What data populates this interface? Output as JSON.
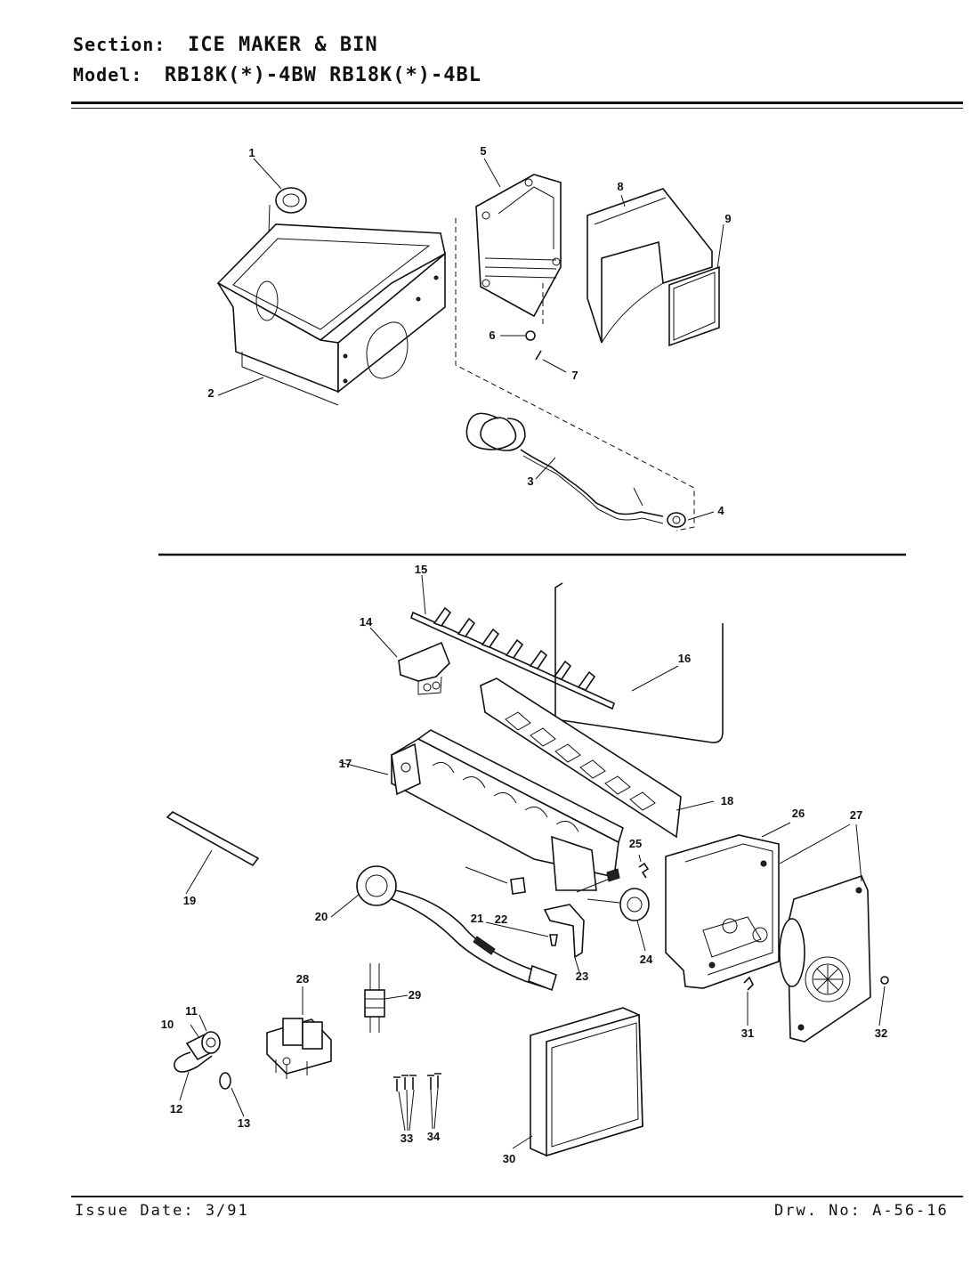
{
  "header": {
    "section_label": "Section:",
    "section_value": "ICE MAKER & BIN",
    "model_label": "Model:",
    "model_value": "RB18K(*)-4BW  RB18K(*)-4BL"
  },
  "footer": {
    "issue_date": "Issue Date: 3/91",
    "drawing_number": "Drw. No: A-56-16"
  },
  "callouts": [
    "1",
    "2",
    "3",
    "4",
    "5",
    "6",
    "7",
    "8",
    "9",
    "10",
    "11",
    "12",
    "13",
    "14",
    "15",
    "16",
    "17",
    "18",
    "19",
    "20",
    "21",
    "22",
    "23",
    "24",
    "25",
    "26",
    "27",
    "28",
    "29",
    "30",
    "31",
    "32",
    "33",
    "34"
  ]
}
